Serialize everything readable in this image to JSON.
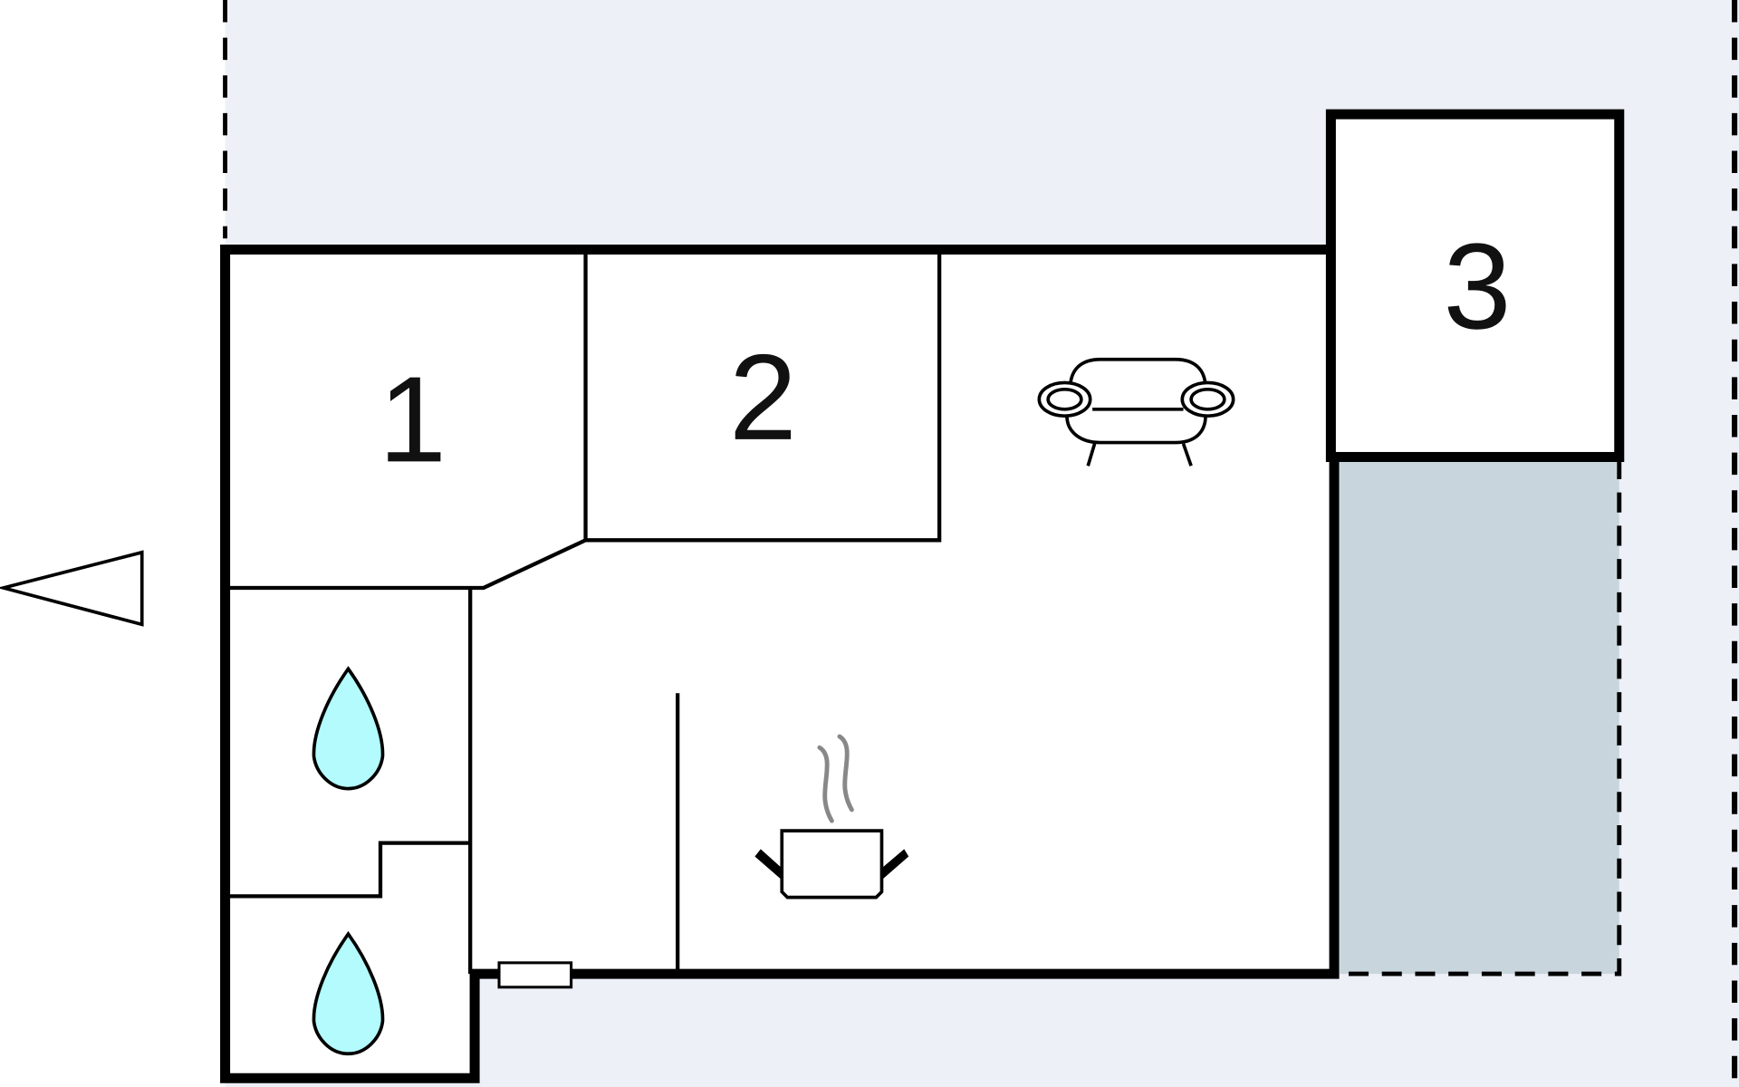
{
  "floorplan": {
    "rooms": [
      {
        "label": "1",
        "type": "bedroom"
      },
      {
        "label": "2",
        "type": "bedroom"
      },
      {
        "label": "3",
        "type": "bedroom"
      }
    ],
    "icons": [
      "sofa-icon",
      "cooking-pot-icon",
      "water-drop-icon",
      "water-drop-icon",
      "entrance-arrow-icon"
    ],
    "colors": {
      "background": "#edf1f7",
      "terrace": "#c8d5dc",
      "water": "#b3fbfc",
      "wall": "#000000"
    }
  }
}
